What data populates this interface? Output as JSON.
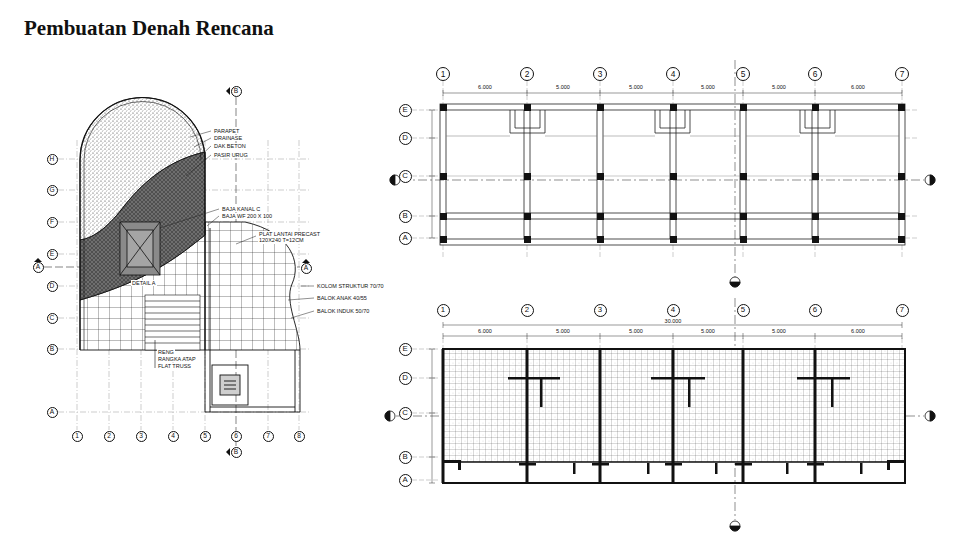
{
  "diagram": {
    "title": "Pembuatan Denah Rencana",
    "nodes": [
      {
        "text": [
          "B"
        ]
      },
      {
        "text": [
          "H"
        ]
      },
      {
        "text": [
          "G"
        ]
      },
      {
        "text": [
          "F"
        ]
      },
      {
        "text": [
          "E"
        ]
      },
      {
        "text": [
          "D"
        ]
      },
      {
        "text": [
          "C"
        ]
      },
      {
        "text": [
          "B"
        ]
      },
      {
        "text": [
          "A"
        ]
      },
      {
        "text": [
          "A"
        ]
      },
      {
        "text": [
          "A"
        ]
      },
      {
        "text": [
          "1"
        ]
      },
      {
        "text": [
          "2"
        ]
      },
      {
        "text": [
          "3"
        ]
      },
      {
        "text": [
          "4"
        ]
      },
      {
        "text": [
          "5"
        ]
      },
      {
        "text": [
          "6"
        ]
      },
      {
        "text": [
          "7"
        ]
      },
      {
        "text": [
          "8"
        ]
      },
      {
        "text": [
          "B"
        ]
      },
      {
        "text": [
          "1"
        ]
      },
      {
        "text": [
          "2"
        ]
      },
      {
        "text": [
          "3"
        ]
      },
      {
        "text": [
          "4"
        ]
      },
      {
        "text": [
          "5"
        ]
      },
      {
        "text": [
          "6"
        ]
      },
      {
        "text": [
          "7"
        ]
      },
      {
        "text": [
          "E"
        ]
      },
      {
        "text": [
          "D"
        ]
      },
      {
        "text": [
          "C"
        ]
      },
      {
        "text": [
          "B"
        ]
      },
      {
        "text": [
          "A"
        ]
      },
      {
        "text": [
          "1"
        ]
      },
      {
        "text": [
          "2"
        ]
      },
      {
        "text": [
          "3"
        ]
      },
      {
        "text": [
          "4"
        ]
      },
      {
        "text": [
          "5"
        ]
      },
      {
        "text": [
          "6"
        ]
      },
      {
        "text": [
          "7"
        ]
      },
      {
        "text": [
          "E"
        ]
      },
      {
        "text": [
          "D"
        ]
      },
      {
        "text": [
          "C"
        ]
      },
      {
        "text": [
          "B"
        ]
      },
      {
        "text": [
          "A"
        ]
      }
    ],
    "labels": [
      "PARAPET",
      "DRAINASE",
      "DAK BETON",
      "PASIR URUG",
      "BAJA KANAL C",
      "BAJA WF 200 X 100",
      "PLAT LANTAI PRECAST 120X240 T=12CM",
      "KOLOM STRUKTUR 70/70",
      "BALOK ANAK 40/55",
      "BALOK INDUK 50/70",
      "DETAIL A",
      "RENG",
      "RANGKA ATAP",
      "FLAT TRUSS",
      "6.000",
      "5.000",
      "5.000",
      "5.000",
      "5.000",
      "6.000",
      "6.000",
      "5.000",
      "5.000",
      "5.000",
      "5.000",
      "6.000",
      "30.000"
    ]
  }
}
